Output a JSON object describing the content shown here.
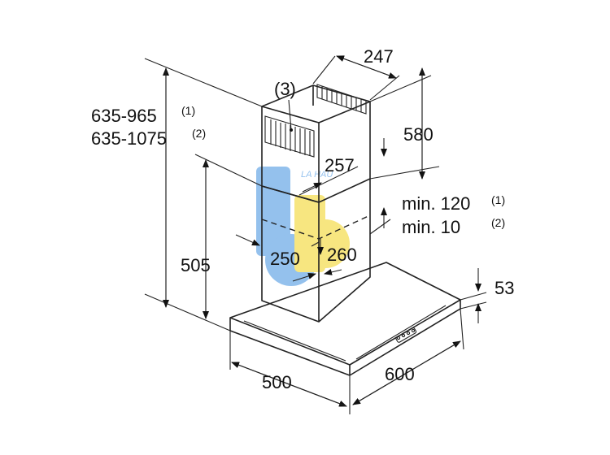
{
  "labels": {
    "height_range_1": "635-965",
    "height_range_1_note": "(1)",
    "height_range_2": "635-1075",
    "height_range_2_note": "(2)",
    "chimney_width": "247",
    "chimney_upper_height": "580",
    "chimney_top_depth": "257",
    "min_1": "min. 120",
    "min_1_note": "(1)",
    "min_2": "min. 10",
    "min_2_note": "(2)",
    "lower_height": "505",
    "duct_width": "250",
    "duct_depth": "260",
    "canopy_height": "53",
    "hood_depth": "500",
    "hood_width": "600",
    "part_callout": "(3)"
  },
  "watermark": {
    "text": "LA HAU",
    "color_blue": "#3d8fe0",
    "color_yellow": "#f2d21a"
  }
}
